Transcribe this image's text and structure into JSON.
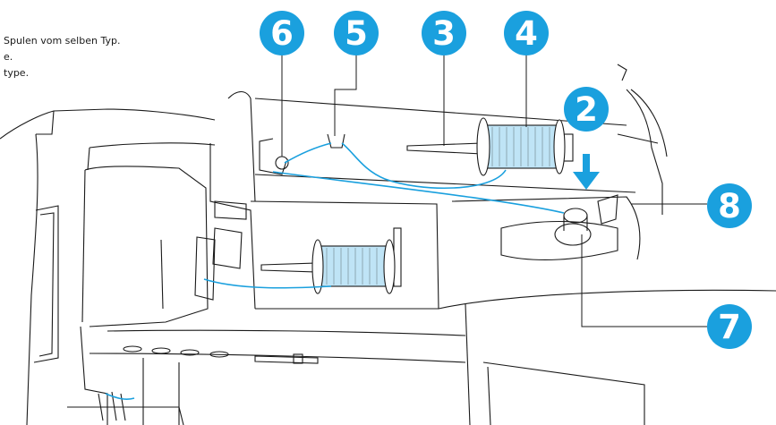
{
  "notes": [
    "Spulen vom selben Typ.",
    "e.",
    "type."
  ],
  "callouts": {
    "c6": "6",
    "c5": "5",
    "c3": "3",
    "c4": "4",
    "c2": "2",
    "c8": "8",
    "c7": "7"
  },
  "colors": {
    "callout": "#1aa0de",
    "thread": "#1aa0de",
    "spool": "#bfe4f6",
    "arrow": "#1aa0de",
    "line": "#1a1a1a"
  },
  "icons": {
    "guide_arrow": "down-arrow-icon"
  }
}
